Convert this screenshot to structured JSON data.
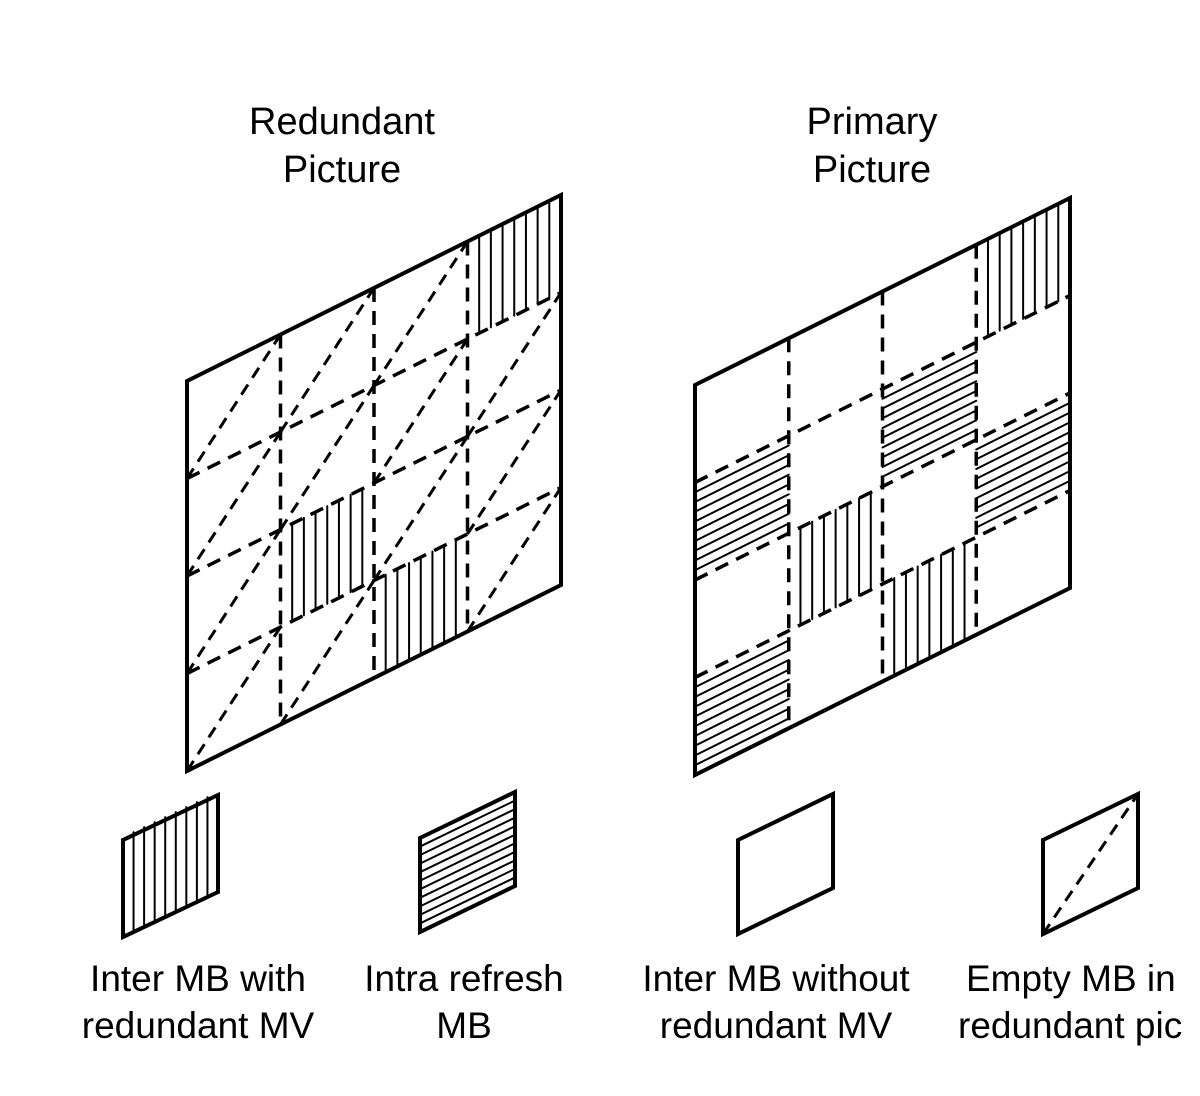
{
  "titles": {
    "redundant": [
      "Redundant",
      "Picture"
    ],
    "primary": [
      "Primary",
      "Picture"
    ]
  },
  "redundant_picture": {
    "cells": [
      [
        "empty",
        "empty",
        "empty",
        "inter_mv"
      ],
      [
        "empty",
        "empty",
        "empty",
        "empty"
      ],
      [
        "empty",
        "inter_mv",
        "empty",
        "empty"
      ],
      [
        "empty",
        "empty",
        "inter_mv",
        "empty"
      ]
    ]
  },
  "primary_picture": {
    "cells": [
      [
        "plain",
        "plain",
        "plain",
        "inter_mv"
      ],
      [
        "intra",
        "plain",
        "intra",
        "plain"
      ],
      [
        "plain",
        "inter_mv",
        "plain",
        "intra"
      ],
      [
        "intra",
        "plain",
        "inter_mv",
        "plain"
      ]
    ]
  },
  "legend": [
    {
      "type": "inter_mv",
      "caption": [
        "Inter MB with",
        "redundant MV"
      ]
    },
    {
      "type": "intra",
      "caption": [
        "Intra refresh",
        "MB"
      ]
    },
    {
      "type": "plain",
      "caption": [
        "Inter MB without",
        "redundant MV"
      ]
    },
    {
      "type": "empty",
      "caption": [
        "Empty MB in",
        "redundant pic"
      ]
    }
  ]
}
